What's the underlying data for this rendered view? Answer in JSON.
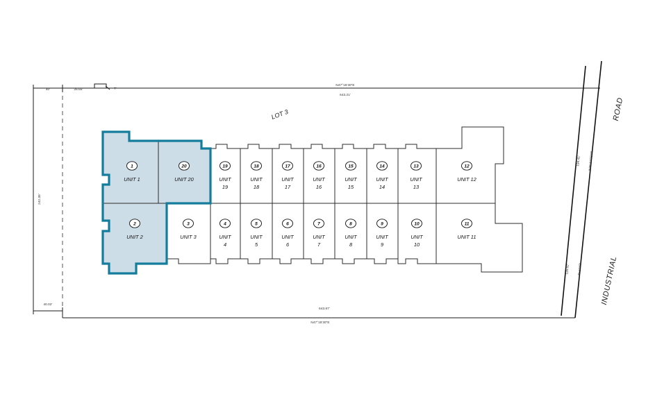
{
  "plan": {
    "lot_label": "LOT 3",
    "streets": [
      {
        "name": "road-label",
        "text": "ROAD"
      },
      {
        "name": "industrial-label",
        "text": "INDUSTRIAL"
      }
    ],
    "dimensions": {
      "top_bearing": "N47°15'30\"E",
      "top_distance": "643.21'",
      "bottom_distance": "643.67'",
      "bottom_bearing": "N47°15'30\"E",
      "left_vertical": "242.35'",
      "top_left_a": "40'",
      "top_left_b": "26.65'",
      "top_left_c": "7'",
      "bottom_left": "40.02'",
      "right_upper_distance": "194.41'",
      "right_upper_bearing": "N36°03'30\"W",
      "right_lower_distance": "116.52'",
      "right_lower_radius": "R=1040'"
    },
    "selected_units": [
      "1",
      "2",
      "20"
    ],
    "colors": {
      "highlight_fill": "#ccdde7",
      "highlight_stroke": "#157d9c",
      "line": "#2b2b2b",
      "background": "#ffffff"
    },
    "top_row": [
      {
        "id": "1",
        "label": "UNIT 1",
        "num": "1",
        "selected": true
      },
      {
        "id": "20",
        "label": "UNIT 20",
        "num": "20",
        "selected": true
      },
      {
        "id": "19",
        "label": "UNIT",
        "num": "19",
        "sub": "19",
        "selected": false
      },
      {
        "id": "18",
        "label": "UNIT",
        "num": "18",
        "sub": "18",
        "selected": false
      },
      {
        "id": "17",
        "label": "UNIT",
        "num": "17",
        "sub": "17",
        "selected": false
      },
      {
        "id": "16",
        "label": "UNIT",
        "num": "16",
        "sub": "16",
        "selected": false
      },
      {
        "id": "15",
        "label": "UNIT",
        "num": "15",
        "sub": "15",
        "selected": false
      },
      {
        "id": "14",
        "label": "UNIT",
        "num": "14",
        "sub": "14",
        "selected": false
      },
      {
        "id": "13",
        "label": "UNIT",
        "num": "13",
        "sub": "13",
        "selected": false
      },
      {
        "id": "12",
        "label": "UNIT 12",
        "num": "12",
        "selected": false
      }
    ],
    "bottom_row": [
      {
        "id": "2",
        "label": "UNIT 2",
        "num": "2",
        "selected": true
      },
      {
        "id": "3",
        "label": "UNIT 3",
        "num": "3",
        "selected": false
      },
      {
        "id": "4",
        "label": "UNIT",
        "num": "4",
        "sub": "4",
        "selected": false
      },
      {
        "id": "5",
        "label": "UNIT",
        "num": "5",
        "sub": "5",
        "selected": false
      },
      {
        "id": "6",
        "label": "UNIT",
        "num": "6",
        "sub": "6",
        "selected": false
      },
      {
        "id": "7",
        "label": "UNIT",
        "num": "7",
        "sub": "7",
        "selected": false
      },
      {
        "id": "8",
        "label": "UNIT",
        "num": "8",
        "sub": "8",
        "selected": false
      },
      {
        "id": "9",
        "label": "UNIT",
        "num": "9",
        "sub": "9",
        "selected": false
      },
      {
        "id": "10",
        "label": "UNIT",
        "num": "10",
        "sub": "10",
        "selected": false
      },
      {
        "id": "11",
        "label": "UNIT 11",
        "num": "11",
        "selected": false
      }
    ]
  }
}
